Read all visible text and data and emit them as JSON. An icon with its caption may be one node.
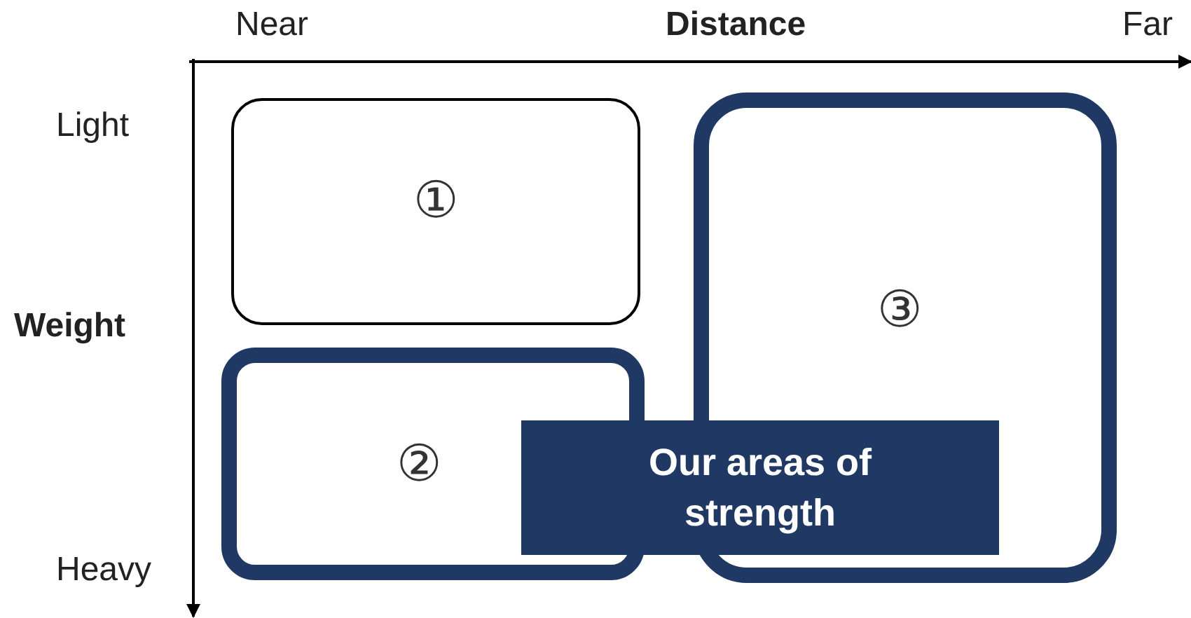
{
  "diagram": {
    "nodes": [
      {
        "text": [
          "①"
        ]
      },
      {
        "text": [
          "②"
        ]
      },
      {
        "text": [
          "③"
        ]
      },
      {
        "text": [
          "Our areas of strength"
        ]
      }
    ],
    "labels": [
      "Near",
      "Distance",
      "Far",
      "Light",
      "Weight",
      "Heavy"
    ]
  }
}
